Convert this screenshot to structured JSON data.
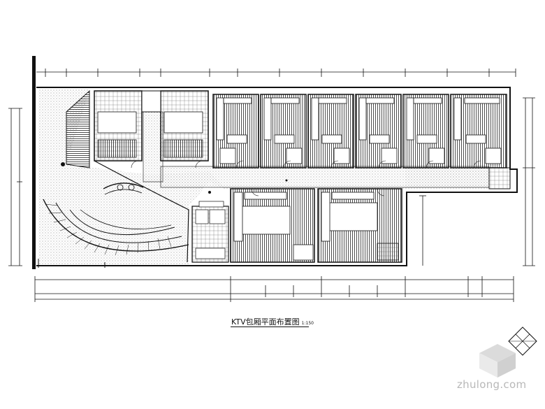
{
  "drawing": {
    "title": "KTV包厢平面布置图",
    "scale": "1:150",
    "watermark": "zhulong.com"
  },
  "rooms": [
    {
      "id": "r1"
    },
    {
      "id": "r2"
    },
    {
      "id": "r3"
    },
    {
      "id": "r4"
    },
    {
      "id": "r5"
    },
    {
      "id": "r6"
    },
    {
      "id": "r7"
    },
    {
      "id": "r8"
    },
    {
      "id": "r9"
    },
    {
      "id": "r10"
    },
    {
      "id": "r11"
    },
    {
      "id": "r12"
    }
  ],
  "colors": {
    "line": "#111111",
    "hatch": "#222222",
    "floor_dot": "#555555",
    "watermark": "#b8b8b8"
  }
}
